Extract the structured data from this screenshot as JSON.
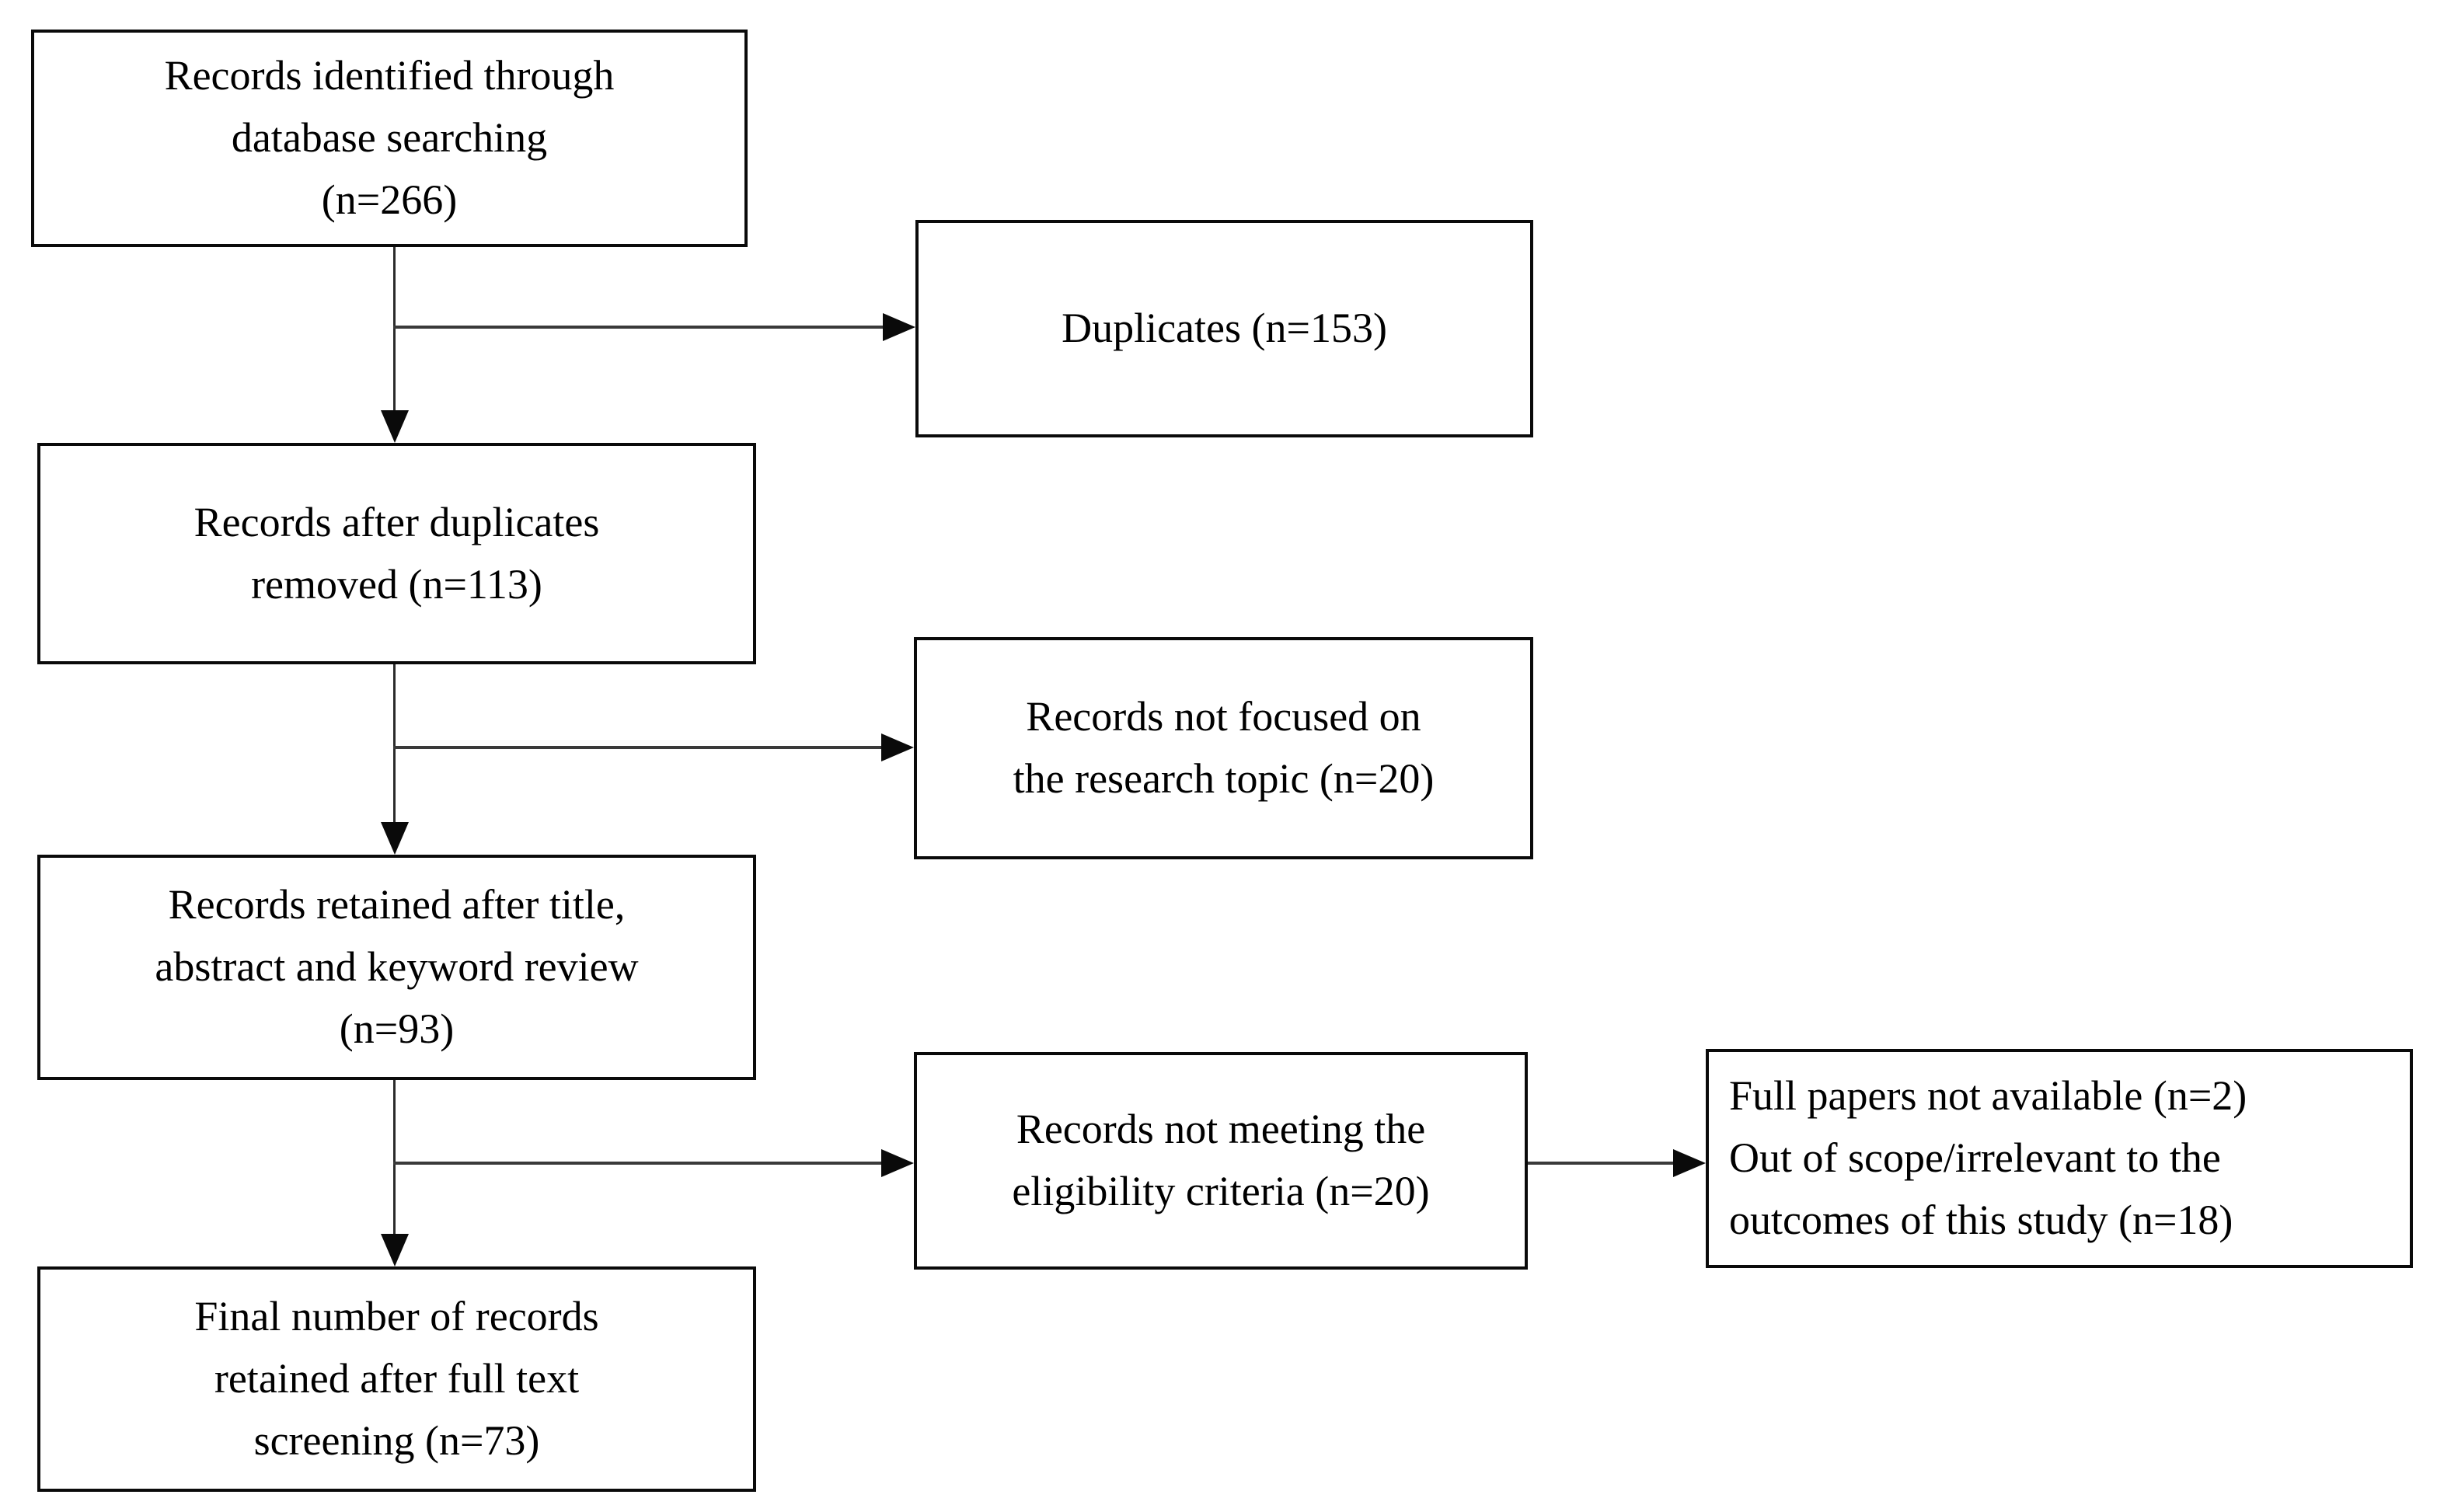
{
  "flow": {
    "type": "prisma-flowchart",
    "boxes": [
      {
        "id": "identified",
        "lines": [
          "Records identified through",
          "database searching",
          "(n=266)"
        ]
      },
      {
        "id": "duplicates",
        "lines": [
          "Duplicates (n=153)"
        ]
      },
      {
        "id": "after_duplicates",
        "lines": [
          "Records after duplicates",
          "removed (n=113)"
        ]
      },
      {
        "id": "not_focused",
        "lines": [
          "Records not focused on",
          "the research topic (n=20)"
        ]
      },
      {
        "id": "retained_title_abstract",
        "lines": [
          "Records retained after title,",
          "abstract and keyword review",
          "(n=93)"
        ]
      },
      {
        "id": "not_meeting_eligibility",
        "lines": [
          "Records not meeting the",
          "eligibility criteria (n=20)"
        ]
      },
      {
        "id": "full_papers_excluded",
        "lines": [
          "Full papers not available (n=2)",
          "Out of scope/irrelevant to the",
          "outcomes of this study (n=18)"
        ]
      },
      {
        "id": "final_retained",
        "lines": [
          "Final number of records",
          "retained after full text",
          "screening (n=73)"
        ]
      }
    ],
    "counts": {
      "identified": 266,
      "duplicates": 153,
      "after_duplicates_removed": 113,
      "not_focused_on_topic": 20,
      "retained_after_title_abstract_keyword_review": 93,
      "not_meeting_eligibility_criteria": 20,
      "full_papers_not_available": 2,
      "out_of_scope_irrelevant": 18,
      "final_after_full_text_screening": 73
    },
    "colors": {
      "line": "#2b2b2b",
      "border": "#0a0a0a",
      "background": "#ffffff",
      "text": "#000000"
    }
  }
}
